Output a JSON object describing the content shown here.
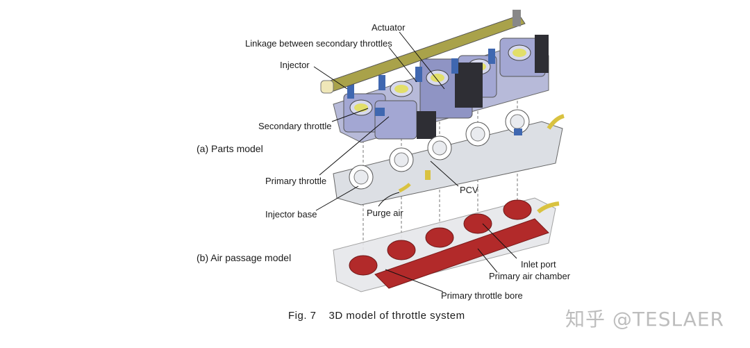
{
  "figure": {
    "caption_number": "Fig. 7",
    "caption_text": "3D model of throttle system"
  },
  "sections": {
    "parts_model": "(a) Parts model",
    "air_passage_model": "(b) Air passage model"
  },
  "labels": {
    "actuator": "Actuator",
    "linkage": "Linkage between secondary throttles",
    "injector": "Injector",
    "secondary_throttle": "Secondary throttle",
    "primary_throttle": "Primary throttle",
    "pcv": "PCV",
    "injector_base": "Injector base",
    "purge_air": "Purge air",
    "inlet_port": "Inlet port",
    "primary_air_chamber": "Primary air chamber",
    "primary_throttle_bore": "Primary throttle bore"
  },
  "watermark": "知乎 @TESLAER",
  "colors": {
    "fuel_rail": "#a9a24a",
    "throttle_body": "#9fa3d0",
    "intake_base": "#d8dbe0",
    "air_passage": "#b22a2a",
    "injector": "#3f67b0",
    "pipe": "#d9c240"
  }
}
